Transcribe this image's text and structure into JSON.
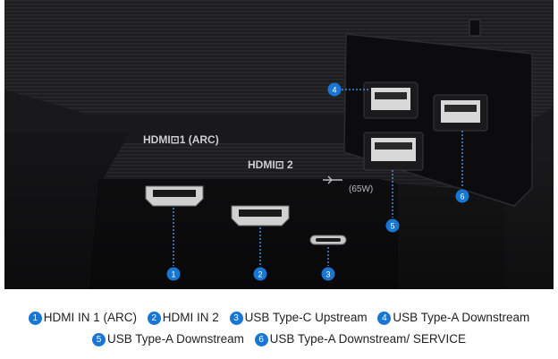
{
  "photo": {
    "port_markings": {
      "hdmi1": "HDMI⊡1 (ARC)",
      "hdmi2": "HDMI⊡ 2",
      "usbc": "(65W)"
    },
    "markers": [
      "1",
      "2",
      "3",
      "4",
      "5",
      "6"
    ]
  },
  "legend": {
    "items": [
      {
        "num": "1",
        "label": "HDMI IN 1 (ARC)"
      },
      {
        "num": "2",
        "label": "HDMI IN 2"
      },
      {
        "num": "3",
        "label": "USB Type-C Upstream"
      },
      {
        "num": "4",
        "label": "USB Type-A Downstream"
      },
      {
        "num": "5",
        "label": "USB Type-A Downstream"
      },
      {
        "num": "6",
        "label": "USB Type-A Downstream/ SERVICE"
      }
    ]
  },
  "colors": {
    "accent": "#1976d2",
    "body": "#1c1c1e",
    "panel": "#141416",
    "text": "#222222"
  }
}
